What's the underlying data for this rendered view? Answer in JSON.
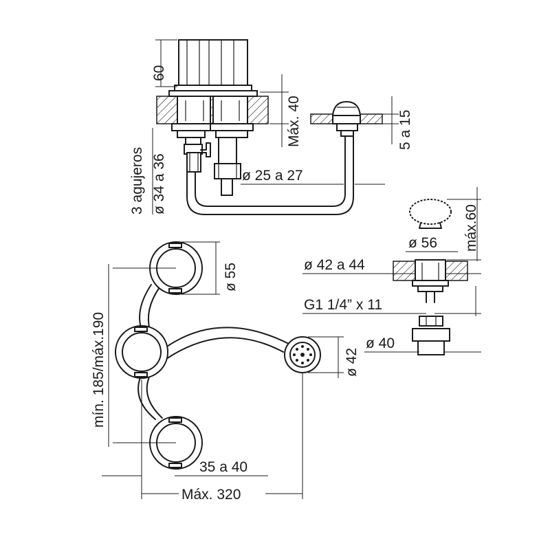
{
  "labels": {
    "height_60": "60",
    "max_40": "Máx. 40",
    "range_5_15": "5 a 15",
    "holes_count": "3 agujeros",
    "holes_diam": "ø 34 a 36",
    "pipe_diam": "ø 25 a 27",
    "diam_55": "ø 55",
    "min_max_height": "mín. 185/máx.190",
    "diam_42_side": "ø 42",
    "spacing_35_40": "35 a 40",
    "max_320": "Máx. 320",
    "max_60": "máx.60",
    "diam_56": "ø 56",
    "diam_42_44": "ø 42 a 44",
    "thread": "G1 1/4” x 11",
    "diam_40": "ø 40"
  },
  "colors": {
    "line": "#1a1a1a",
    "background": "#ffffff"
  }
}
